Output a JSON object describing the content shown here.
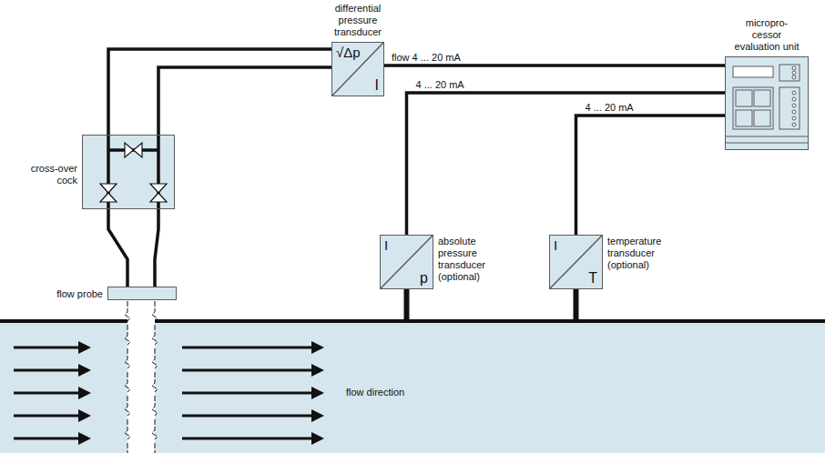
{
  "diagram": {
    "nodes": [
      {
        "text": [
          "differential pressure transducer",
          "√Δp",
          "I"
        ]
      },
      {
        "text": [
          "micropro- cessor evaluation unit"
        ]
      },
      {
        "text": [
          "cross-over cock"
        ]
      },
      {
        "text": [
          "absolute pressure transducer (optional)",
          "I",
          "p"
        ]
      },
      {
        "text": [
          "temperature transducer (optional)",
          "I",
          "T"
        ]
      },
      {
        "text": [
          "flow probe"
        ]
      }
    ],
    "edges": [
      {
        "from": 0,
        "to": 1,
        "label": "flow 4 ... 20 mA",
        "arrow": "none"
      },
      {
        "from": 3,
        "to": 1,
        "label": "4 ... 20 mA",
        "arrow": "none"
      },
      {
        "from": 4,
        "to": 1,
        "label": "4 ... 20 mA",
        "arrow": "none"
      },
      {
        "from": 2,
        "to": 0,
        "arrow": "none"
      },
      {
        "from": 2,
        "to": 0,
        "arrow": "none"
      },
      {
        "from": 5,
        "to": 2,
        "arrow": "none"
      },
      {
        "from": 5,
        "to": 2,
        "arrow": "none"
      }
    ],
    "labels": [
      "flow direction"
    ]
  }
}
